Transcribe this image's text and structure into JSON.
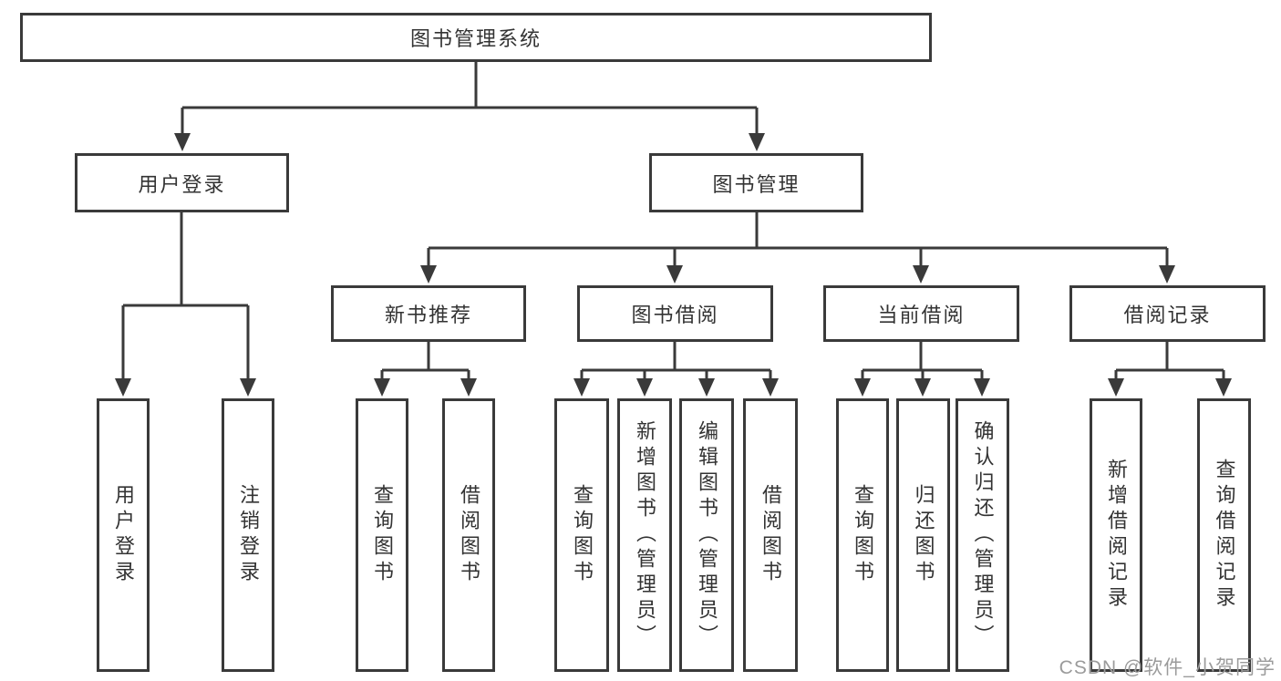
{
  "diagram": {
    "title": "图书管理系统",
    "nodes": {
      "root": {
        "label": "图书管理系统"
      },
      "level2": [
        {
          "label": "用户登录"
        },
        {
          "label": "图书管理"
        }
      ],
      "level3": [
        {
          "label": "新书推荐",
          "parent": "图书管理"
        },
        {
          "label": "图书借阅",
          "parent": "图书管理"
        },
        {
          "label": "当前借阅",
          "parent": "图书管理"
        },
        {
          "label": "借阅记录",
          "parent": "图书管理"
        }
      ],
      "leaves": [
        {
          "label": "用户登录",
          "parent": "用户登录"
        },
        {
          "label": "注销登录",
          "parent": "用户登录"
        },
        {
          "label": "查询图书",
          "parent": "新书推荐"
        },
        {
          "label": "借阅图书",
          "parent": "新书推荐"
        },
        {
          "label": "查询图书",
          "parent": "图书借阅"
        },
        {
          "label": "新增图书（管理员）",
          "parent": "图书借阅"
        },
        {
          "label": "编辑图书（管理员）",
          "parent": "图书借阅"
        },
        {
          "label": "借阅图书",
          "parent": "图书借阅"
        },
        {
          "label": "查询图书",
          "parent": "当前借阅"
        },
        {
          "label": "归还图书",
          "parent": "当前借阅"
        },
        {
          "label": "确认归还（管理员）",
          "parent": "当前借阅"
        },
        {
          "label": "新增借阅记录",
          "parent": "借阅记录"
        },
        {
          "label": "查询借阅记录",
          "parent": "借阅记录"
        }
      ]
    }
  },
  "watermark": {
    "text": "CSDN @软件_小贺同学"
  },
  "colors": {
    "line": "#3a3a3a",
    "text": "#333333",
    "background": "#ffffff",
    "watermark": "#9b9b9b"
  }
}
